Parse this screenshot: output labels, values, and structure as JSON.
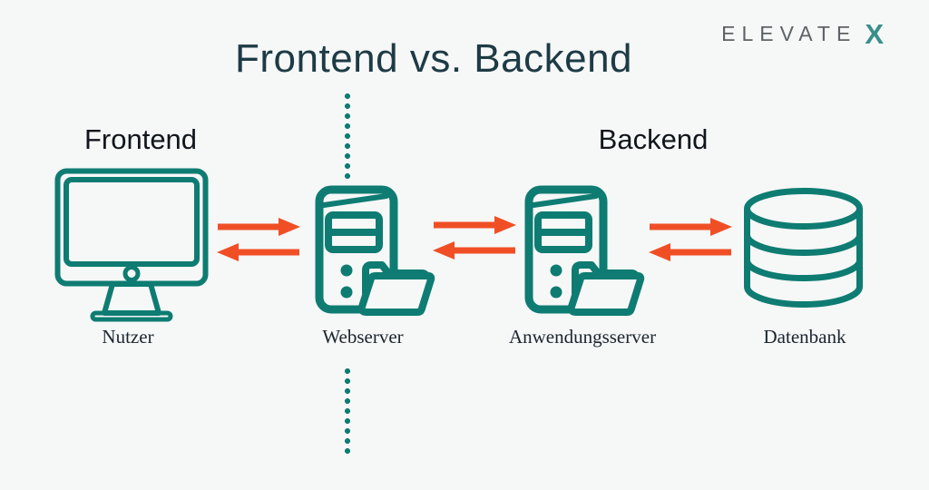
{
  "header": {
    "title": "Frontend vs. Backend",
    "logo": {
      "text": "ELEVATE",
      "mark": "X"
    }
  },
  "sections": {
    "frontend": "Frontend",
    "backend": "Backend"
  },
  "nodes": [
    {
      "id": "nutzer",
      "label": "Nutzer",
      "icon": "monitor-icon"
    },
    {
      "id": "webserver",
      "label": "Webserver",
      "icon": "server-folder-icon"
    },
    {
      "id": "anwendungsserver",
      "label": "Anwendungsserver",
      "icon": "server-folder-icon"
    },
    {
      "id": "datenbank",
      "label": "Datenbank",
      "icon": "database-icon"
    }
  ],
  "connections": [
    {
      "from": "nutzer",
      "to": "webserver",
      "type": "bidirectional-arrows"
    },
    {
      "from": "webserver",
      "to": "anwendungsserver",
      "type": "bidirectional-arrows"
    },
    {
      "from": "anwendungsserver",
      "to": "datenbank",
      "type": "bidirectional-arrows"
    }
  ],
  "colors": {
    "background": "#f6f7f7",
    "icon_teal": "#0e7c72",
    "arrow_orange": "#f04f26",
    "title_dark_teal": "#1d3b45",
    "heading_black": "#10161b",
    "label_dark": "#1a252e",
    "logo_gray": "#5d6266",
    "logo_x_teal": "#3a8f8b"
  }
}
